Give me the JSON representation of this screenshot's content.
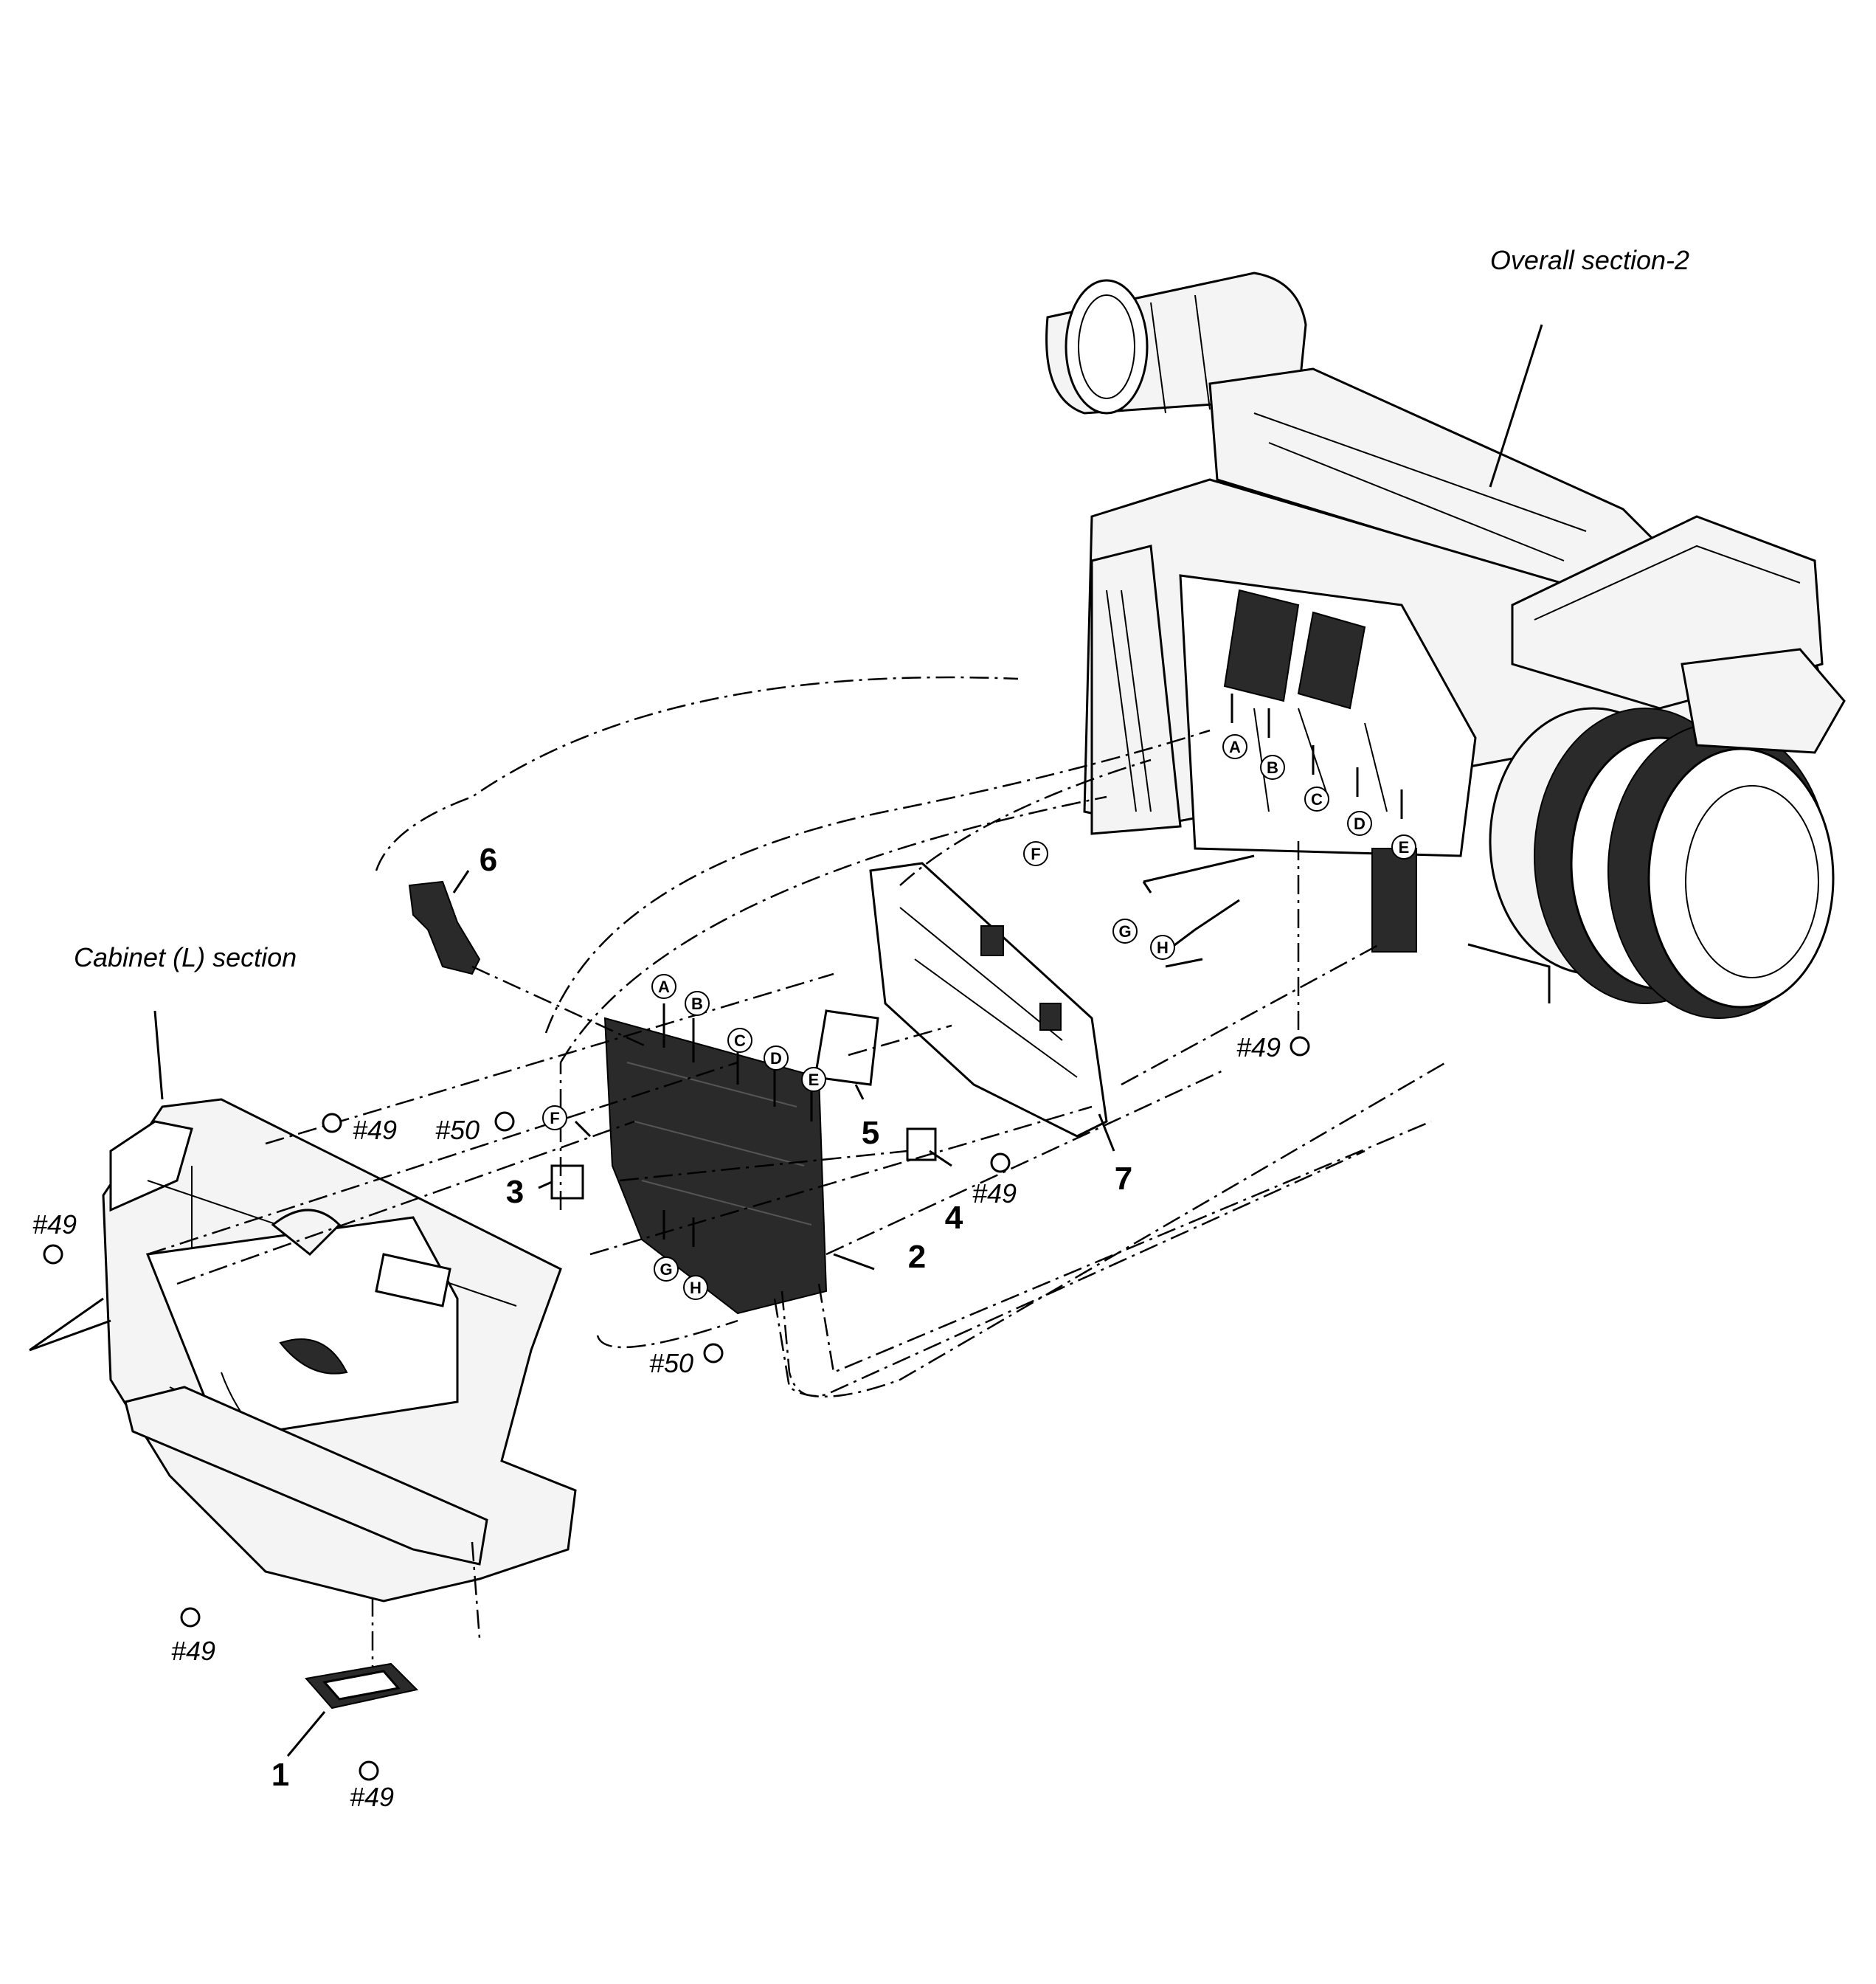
{
  "section_labels": {
    "overall": "Overall section-2",
    "cabinet": "Cabinet (L) section"
  },
  "part_numbers": [
    "1",
    "2",
    "3",
    "4",
    "5",
    "6",
    "7"
  ],
  "screw_labels": {
    "s49": "#49",
    "s50": "#50"
  },
  "connector_letters": [
    "A",
    "B",
    "C",
    "D",
    "E",
    "F",
    "G",
    "H"
  ]
}
